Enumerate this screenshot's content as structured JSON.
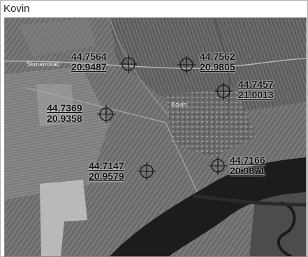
{
  "window": {
    "title": "Kovin"
  },
  "map": {
    "places": [
      {
        "name": "Skorenovac"
      },
      {
        "name": "Kovin"
      }
    ],
    "markers": [
      {
        "lat": "44.7564",
        "lon": "20.9487"
      },
      {
        "lat": "44.7562",
        "lon": "20.9805"
      },
      {
        "lat": "44.7457",
        "lon": "21.0013"
      },
      {
        "lat": "44.7369",
        "lon": "20.9358"
      },
      {
        "lat": "44.7147",
        "lon": "20.9579"
      },
      {
        "lat": "44.7166",
        "lon": "20.9871"
      }
    ]
  }
}
